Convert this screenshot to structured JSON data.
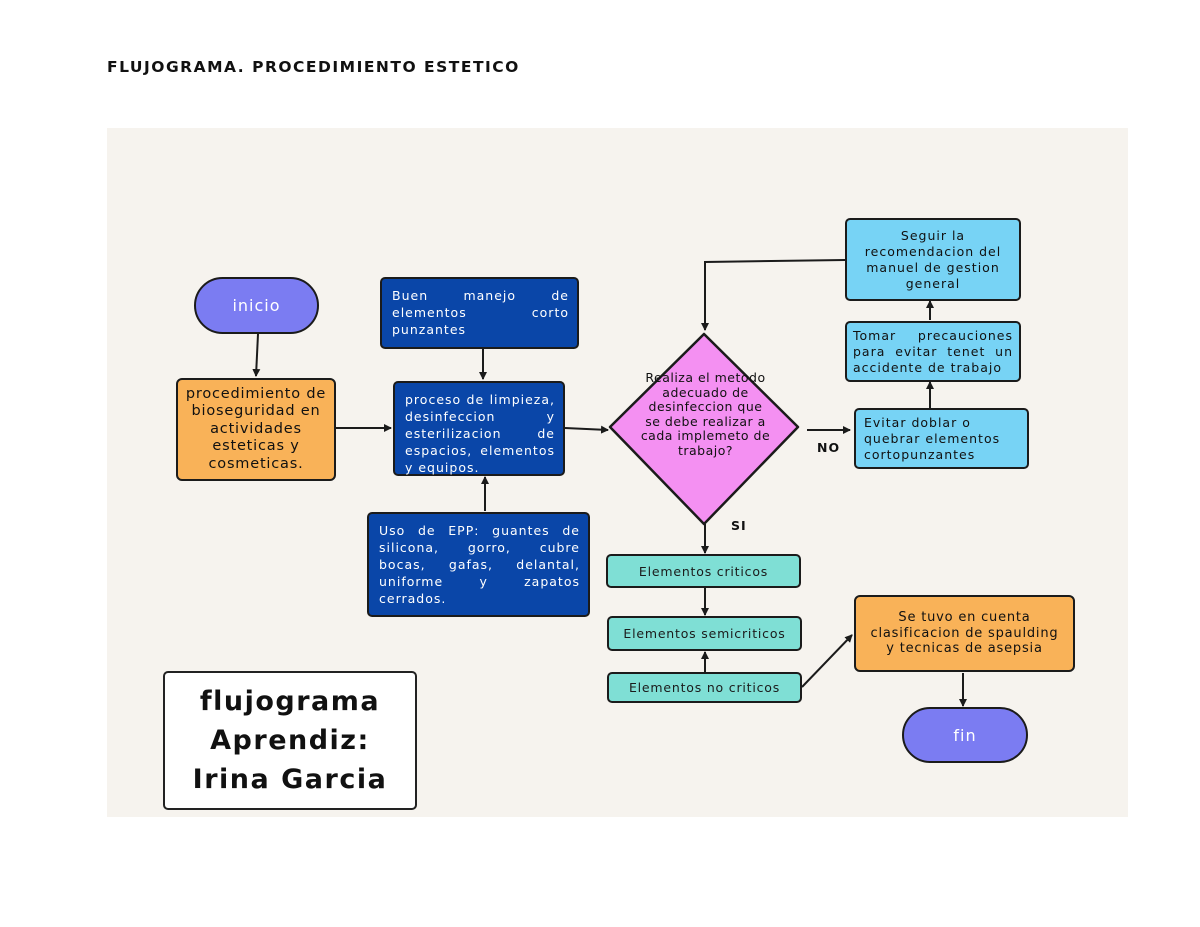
{
  "page_title": "FLUJOGRAMA. PROCEDIMIENTO ESTETICO",
  "flowchart": {
    "start": "inicio",
    "end": "fin",
    "bioseguridad": "procedimiento de bioseguridad en actividades esteticas y cosmeticas.",
    "buen_manejo": "Buen manejo de elementos corto punzantes",
    "proceso": "proceso de limpieza, desinfeccion y esterilizacion de espacios, elementos y equipos.",
    "epp": "Uso de EPP: guantes de silicona, gorro, cubre bocas, gafas, delantal, uniforme y zapatos cerrados.",
    "decision": "Realiza el metodo adecuado de desinfeccion que se debe realizar a cada implemeto de trabajo?",
    "label_no": "NO",
    "label_si": "SI",
    "evitar": "Evitar doblar o quebrar elementos cortopunzantes",
    "tomar": "Tomar precauciones para evitar tenet un accidente de trabajo",
    "seguir": "Seguir la recomendacion del manuel de gestion general",
    "criticos": "Elementos criticos",
    "semicriticos": "Elementos semicriticos",
    "no_criticos": "Elementos no criticos",
    "spaulding": "Se tuvo en cuenta clasificacion de spaulding y tecnicas de asepsia"
  },
  "credit": {
    "line1": "flujograma",
    "line2": "Aprendiz:",
    "line3": "Irina Garcia"
  },
  "colors": {
    "background": "#f6f3ee",
    "terminal": "#7b7cf2",
    "process_orange": "#f9b258",
    "process_navy": "#0a46a8",
    "process_sky": "#77d3f5",
    "process_teal": "#7fdfd5",
    "decision": "#f490f2"
  }
}
